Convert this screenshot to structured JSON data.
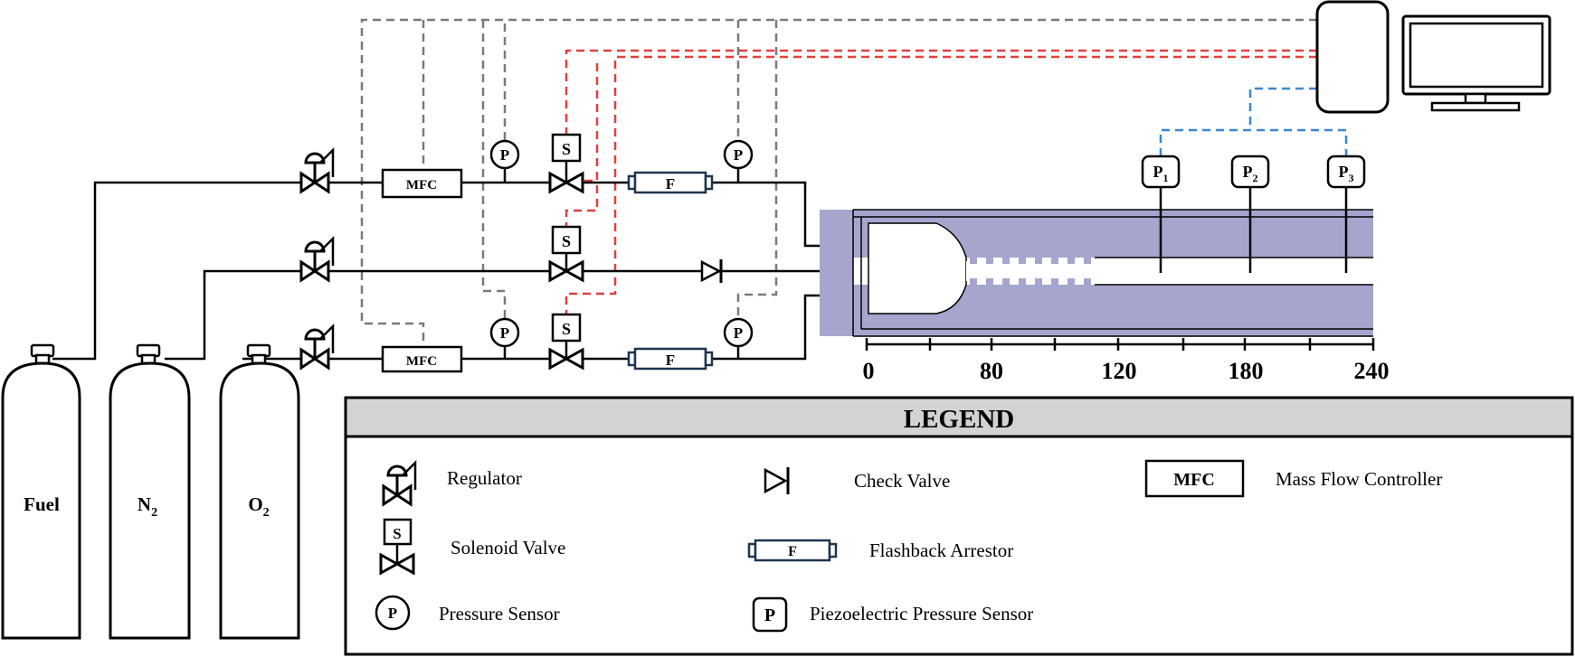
{
  "cylinders": {
    "fuel": {
      "label": "Fuel"
    },
    "n2": {
      "label": "N",
      "sub": "2"
    },
    "o2": {
      "label": "O",
      "sub": "2"
    }
  },
  "components": {
    "mfc_label": "MFC",
    "solenoid_label": "S",
    "pressure_label": "P",
    "arrestor_label": "F",
    "piezo": [
      {
        "label": "P",
        "sub": "1"
      },
      {
        "label": "P",
        "sub": "2"
      },
      {
        "label": "P",
        "sub": "3"
      }
    ]
  },
  "scale": {
    "ticks": [
      "0",
      "80",
      "120",
      "180",
      "240"
    ]
  },
  "legend": {
    "title": "LEGEND",
    "regulator": "Regulator",
    "check_valve": "Check Valve",
    "mfc_symbol": "MFC",
    "mfc": "Mass Flow Controller",
    "solenoid_symbol": "S",
    "solenoid": "Solenoid Valve",
    "arrestor_symbol": "F",
    "arrestor": "Flashback Arrestor",
    "pressure_symbol": "P",
    "pressure": "Pressure Sensor",
    "piezo_symbol": "P",
    "piezo": "Piezoelectric Pressure Sensor"
  },
  "colors": {
    "line": "#000000",
    "signal_gray": "#7a7a7a",
    "signal_red": "#e0403e",
    "signal_blue": "#3a86d4",
    "tube_fill": "#a5a5cd",
    "legend_header": "#d3d3d3"
  }
}
